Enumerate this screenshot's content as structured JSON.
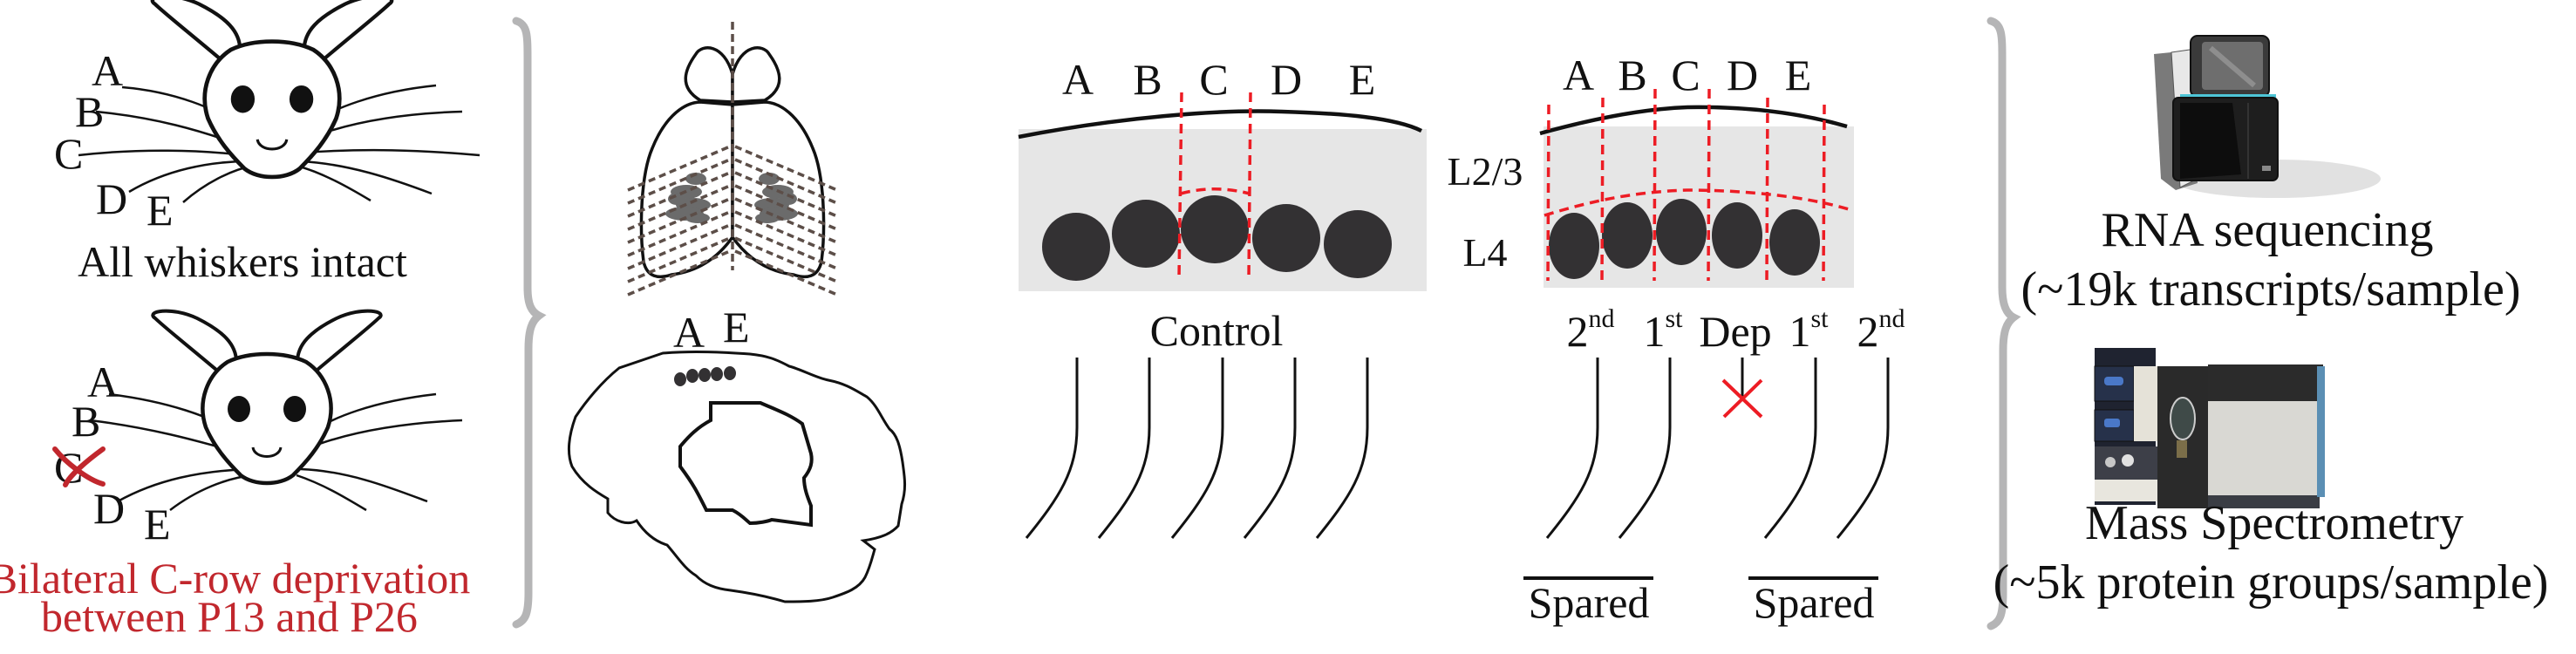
{
  "colors": {
    "accent_red": "#c1272d",
    "dashed_red": "#ed1c24",
    "bracket_grey": "#b5b5b6",
    "cortex_grey": "#e6e6e6",
    "barrel_fill": "#333133",
    "stripe_brown": "#5c4e48"
  },
  "panel_mice": {
    "intact": {
      "row_labels": [
        "A",
        "B",
        "C",
        "D",
        "E"
      ],
      "caption": "All whiskers intact"
    },
    "deprived": {
      "row_labels": [
        "A",
        "B",
        "C",
        "D",
        "E"
      ],
      "removed_row": "C",
      "caption_line1": "Bilateral C-row deprivation",
      "caption_line2": "between P13 and P26"
    }
  },
  "panel_brain": {
    "slice_labels": {
      "first": "A",
      "last": "E"
    }
  },
  "panel_control": {
    "row_labels": [
      "A",
      "B",
      "C",
      "D",
      "E"
    ],
    "caption": "Control"
  },
  "layer_labels": {
    "upper": "L2/3",
    "lower": "L4"
  },
  "panel_deprived": {
    "row_labels": [
      "A",
      "B",
      "C",
      "D",
      "E"
    ],
    "whisker_labels": [
      {
        "base": "2",
        "sup": "nd"
      },
      {
        "base": "1",
        "sup": "st"
      },
      {
        "base": "Dep",
        "sup": ""
      },
      {
        "base": "1",
        "sup": "st"
      },
      {
        "base": "2",
        "sup": "nd"
      }
    ],
    "group_left": "Spared",
    "group_right": "Spared"
  },
  "panel_methods": {
    "rna": {
      "device_icon": "sequencer-icon",
      "title": "RNA sequencing",
      "detail": "(~19k transcripts/sample)"
    },
    "ms": {
      "device_icon": "mass-spectrometer-icon",
      "title": "Mass Spectrometry",
      "detail": "(~5k protein groups/sample)"
    }
  }
}
